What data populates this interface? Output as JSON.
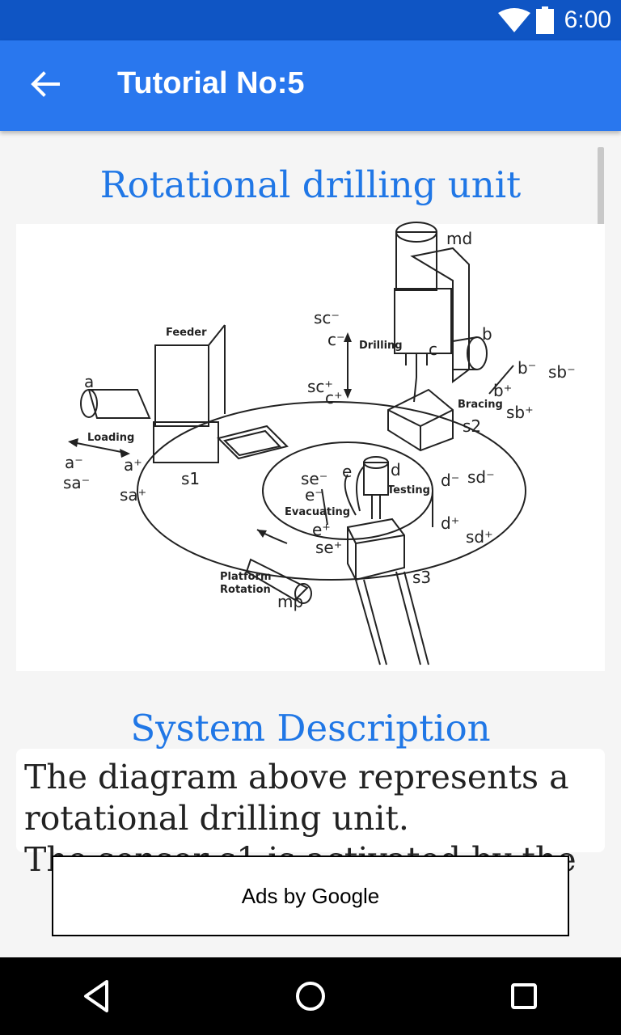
{
  "status_bar": {
    "time": "6:00"
  },
  "app_bar": {
    "title": "Tutorial No:5"
  },
  "headings": {
    "diagram_title": "Rotational drilling unit",
    "description_title": "System Description"
  },
  "diagram": {
    "labels": {
      "md": "md",
      "b": "b",
      "c": "c",
      "b_minus": "b⁻",
      "sb_minus": "sb⁻",
      "b_plus": "b⁺",
      "sb_plus": "sb⁺",
      "bracing": "Bracing",
      "s2": "s2",
      "sc_minus": "sc⁻",
      "c_minus": "c⁻",
      "drilling": "Drilling",
      "sc_plus": "sc⁺",
      "c_plus": "c⁺",
      "feeder": "Feeder",
      "a": "a",
      "loading": "Loading",
      "a_minus": "a⁻",
      "a_plus": "a⁺",
      "sa_minus": "sa⁻",
      "sa_plus": "sa⁺",
      "s1": "s1",
      "se_minus": "se⁻",
      "e": "e",
      "e_minus": "e⁻",
      "d": "d",
      "testing": "Testing",
      "d_minus": "d⁻",
      "sd_minus": "sd⁻",
      "evacuating": "Evacuating",
      "e_plus": "e⁺",
      "se_plus": "se⁺",
      "d_plus": "d⁺",
      "sd_plus": "sd⁺",
      "s3": "s3",
      "platform": "Platform",
      "rotation": "Rotation",
      "mp": "mp"
    }
  },
  "description": {
    "line1": "The diagram above represents a",
    "line2": "rotational drilling unit.",
    "line3": "The sensor s1 is activated by the"
  },
  "ad": {
    "label": "Ads by Google"
  }
}
